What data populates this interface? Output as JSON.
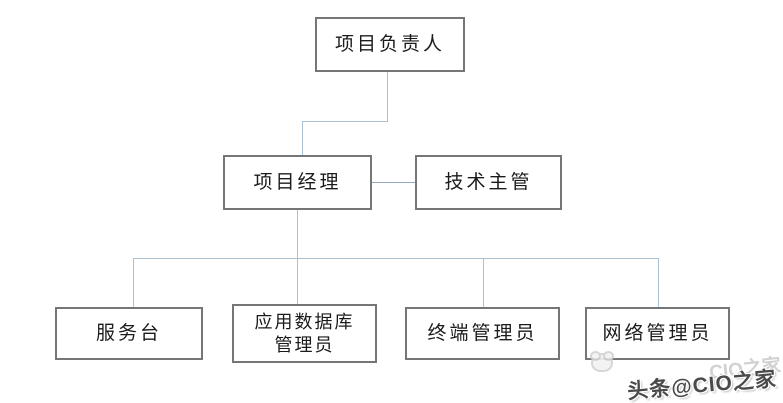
{
  "diagram": {
    "type": "org-chart",
    "nodes": {
      "project_leader": {
        "label": "项目负责人"
      },
      "project_manager": {
        "label": "项目经理"
      },
      "tech_supervisor": {
        "label": "技术主管"
      },
      "service_desk": {
        "label": "服务台"
      },
      "app_db_admin": {
        "label": "应用数据库\n管理员"
      },
      "terminal_admin": {
        "label": "终端管理员"
      },
      "network_admin": {
        "label": "网络管理员"
      }
    },
    "edges": [
      {
        "from": "project_leader",
        "to": "project_manager",
        "style": "elbow"
      },
      {
        "from": "project_manager",
        "to": "tech_supervisor",
        "style": "horizontal"
      },
      {
        "from": "project_manager",
        "to": "service_desk",
        "style": "tree"
      },
      {
        "from": "project_manager",
        "to": "app_db_admin",
        "style": "tree"
      },
      {
        "from": "project_manager",
        "to": "terminal_admin",
        "style": "tree"
      },
      {
        "from": "project_manager",
        "to": "network_admin",
        "style": "tree"
      }
    ],
    "colors": {
      "box_border": "#767676",
      "connector": "#aac1d4",
      "text": "#1b1b1b",
      "background": "#ffffff"
    }
  },
  "watermark": {
    "text": "头条@CIO之家",
    "ghost_text": "CIO之家"
  }
}
